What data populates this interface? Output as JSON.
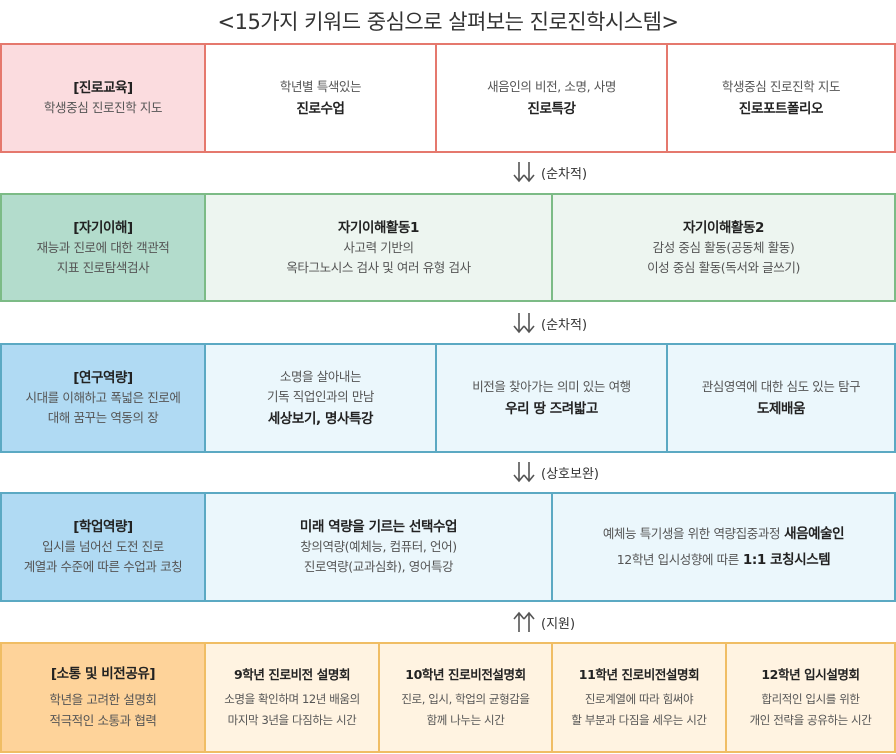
{
  "title": "<15가지 키워드 중심으로 살펴보는 진로진학시스템>",
  "rows": [
    {
      "label": "[진로교육]",
      "desc": [
        "학생중심 진로진학 지도"
      ],
      "cells": [
        {
          "sub": [
            "학년별 특색있는"
          ],
          "strong": "진로수업"
        },
        {
          "sub": [
            "새음인의 비전, 소명, 사명"
          ],
          "strong": "진로특강"
        },
        {
          "sub": [
            "학생중심 진로진학 지도"
          ],
          "strong": "진로포트폴리오"
        }
      ]
    },
    {
      "label": "[자기이해]",
      "desc": [
        "재능과 진로에 대한 객관적",
        "지표 진로탐색검사"
      ],
      "cells": [
        {
          "head": "자기이해활동1",
          "sub": [
            "사고력 기반의",
            "옥타그노시스 검사 및 여러 유형 검사"
          ]
        },
        {
          "head": "자기이해활동2",
          "sub": [
            "감성 중심 활동(공동체 활동)",
            "이성 중심 활동(독서와 글쓰기)"
          ]
        }
      ]
    },
    {
      "label": "[연구역량]",
      "desc": [
        "시대를 이해하고 폭넓은 진로에",
        "대해 꿈꾸는 역동의 장"
      ],
      "cells": [
        {
          "sub": [
            "소명을 살아내는",
            "기독 직업인과의 만남"
          ],
          "strong": "세상보기, 명사특강"
        },
        {
          "sub": [
            "비전을 찾아가는 의미 있는 여행"
          ],
          "strong": "우리 땅 즈려밟고"
        },
        {
          "sub": [
            "관심영역에 대한 심도 있는 탐구"
          ],
          "strong": "도제배움"
        }
      ]
    },
    {
      "label": "[학업역량]",
      "desc": [
        "입시를 넘어선 도전 진로",
        "계열과 수준에 따른 수업과 코칭"
      ],
      "cells": [
        {
          "head": "미래 역량을 기르는 선택수업",
          "sub": [
            "창의역량(예체능, 컴퓨터, 언어)",
            "진로역량(교과심화), 영어특강"
          ]
        },
        {
          "lines": [
            {
              "text": "예체능 특기생을 위한 역량집중과정",
              "bold": "새음예술인"
            },
            {
              "text": "12학년 입시성향에 따른",
              "bold": "1:1 코칭시스템"
            }
          ]
        }
      ]
    },
    {
      "label": "[소통 및 비전공유]",
      "desc": [
        "학년을 고려한 설명회",
        "적극적인 소통과 협력"
      ],
      "cells": [
        {
          "head": "9학년 진로비전 설명회",
          "sub": [
            "소명을 확인하며 12년 배움의",
            "마지막 3년을 다짐하는 시간"
          ]
        },
        {
          "head": "10학년 진로비전설명회",
          "sub": [
            "진로, 입시, 학업의 균형감을",
            "함께 나누는 시간"
          ]
        },
        {
          "head": "11학년 진로비전설명회",
          "sub": [
            "진로계열에 따라 힘써야",
            "할 부분과 다짐을 세우는 시간"
          ]
        },
        {
          "head": "12학년 입시설명회",
          "sub": [
            "합리적인 입시를 위한",
            "개인 전략을 공유하는 시간"
          ]
        }
      ]
    }
  ],
  "connectors": [
    {
      "label": "(순차적)",
      "direction": "down"
    },
    {
      "label": "(순차적)",
      "direction": "down"
    },
    {
      "label": "(상호보완)",
      "direction": "down"
    },
    {
      "label": "(지원)",
      "direction": "up"
    }
  ]
}
